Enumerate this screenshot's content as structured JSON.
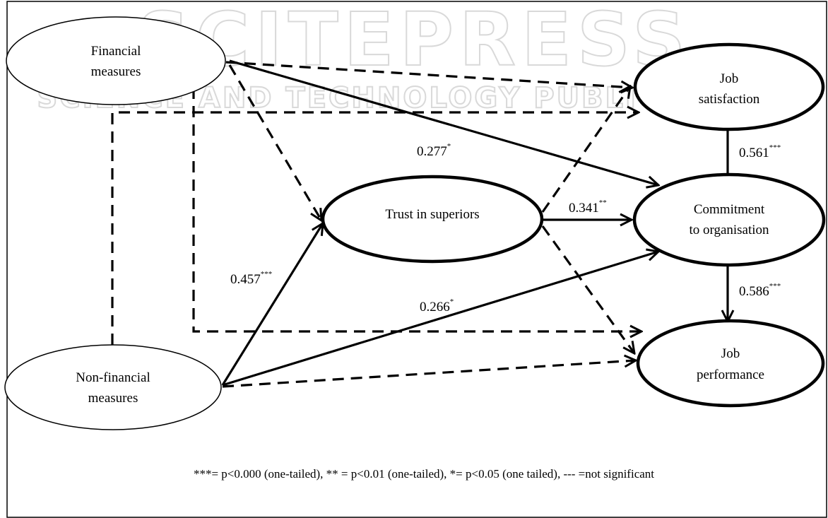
{
  "watermark": {
    "line1": "SCITEPRESS",
    "line2": "SCIENCE AND TECHNOLOGY PUBLICATIONS"
  },
  "nodes": {
    "financial": [
      "Financial",
      "measures"
    ],
    "nonfinancial": [
      "Non-financial",
      "measures"
    ],
    "trust": [
      "Trust in superiors"
    ],
    "commitment": [
      "Commitment",
      "to organisation"
    ],
    "satisfaction": [
      "Job",
      "satisfaction"
    ],
    "performance": [
      "Job",
      "performance"
    ]
  },
  "coefficients": {
    "fin_commit": {
      "value": "0.277",
      "sig": "*"
    },
    "trust_commit": {
      "value": "0.341",
      "sig": "**"
    },
    "commit_sat": {
      "value": "0.561",
      "sig": "***"
    },
    "nonfin_trust": {
      "value": "0.457",
      "sig": "***"
    },
    "nonfin_commit": {
      "value": "0.266",
      "sig": "*"
    },
    "commit_perf": {
      "value": "0.586",
      "sig": "***"
    }
  },
  "legend": "***= p<0.000 (one-tailed), ** = p<0.01 (one-tailed), *= p<0.05 (one tailed), --- =not significant",
  "colors": {
    "ink": "#000000",
    "watermark": "#d9d9d9",
    "background": "#ffffff"
  }
}
